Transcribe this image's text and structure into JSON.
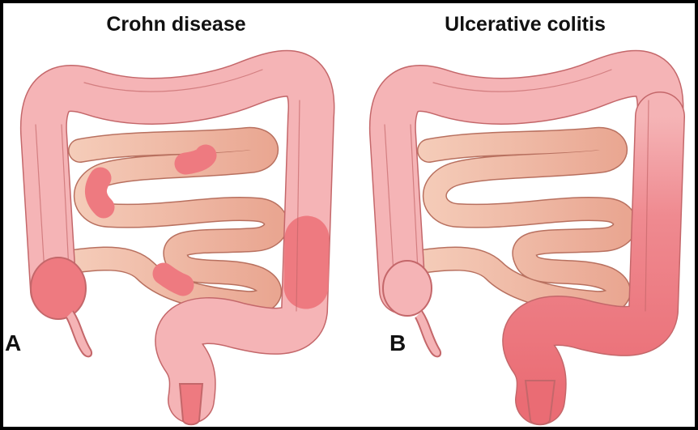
{
  "panels": [
    {
      "title": "Crohn disease",
      "label": "A"
    },
    {
      "title": "Ulcerative colitis",
      "label": "B"
    }
  ],
  "colors": {
    "colon": "#f5b4b6",
    "colon_outline": "#c4676a",
    "small_intestine": "#f2c3ad",
    "inflamed": "#ee7a80",
    "border": "#000000"
  },
  "icons": [
    "colon-illustration",
    "small-intestine-illustration",
    "inflamed-segment"
  ]
}
